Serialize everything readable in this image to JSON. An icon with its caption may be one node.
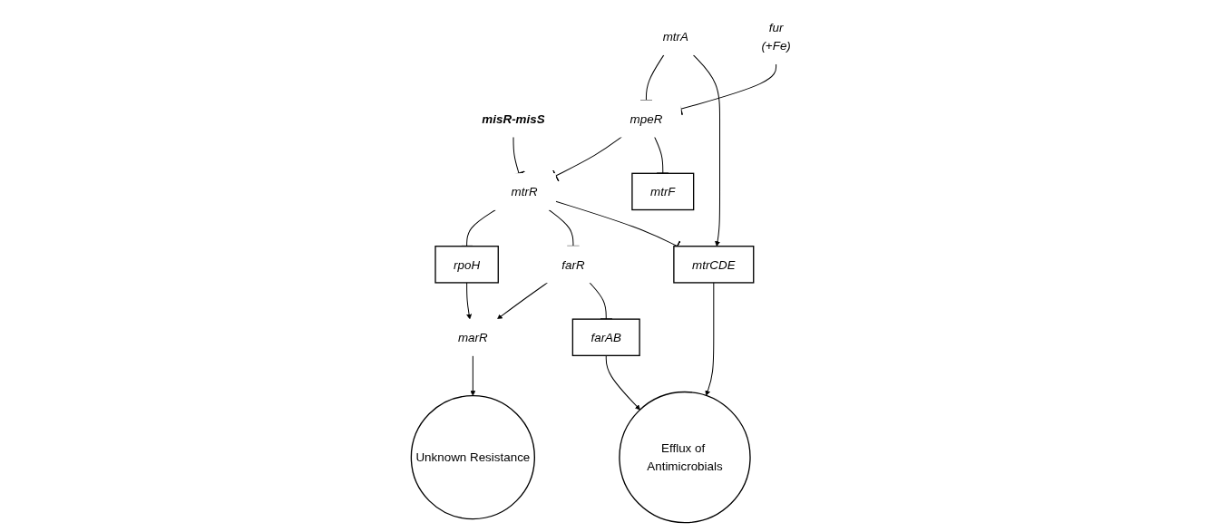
{
  "diagram": {
    "nodes": [
      {
        "text": [
          "misR-misS"
        ]
      },
      {
        "text": [
          "mpeR"
        ]
      },
      {
        "text": [
          "mtrR"
        ]
      },
      {
        "text": [
          "mtrA"
        ]
      },
      {
        "text": [
          "mtrF"
        ]
      },
      {
        "text": [
          "fur"
        ],
        "beside": [
          "(+Fe)"
        ]
      },
      {
        "text": [
          "rpoH"
        ]
      },
      {
        "text": [
          "mtrCDE"
        ]
      },
      {
        "text": [
          "Unknown Resistance"
        ]
      },
      {
        "text": [
          "Efflux of Antimicrobials"
        ]
      },
      {
        "text": [
          "marR"
        ]
      },
      {
        "text": [
          "farR"
        ]
      },
      {
        "text": [
          "farAB"
        ]
      }
    ],
    "edges": [
      {
        "from": 3,
        "to": 1,
        "arrow": "other"
      },
      {
        "from": 0,
        "to": 2,
        "arrow": "other"
      },
      {
        "from": 1,
        "to": 2,
        "arrow": "other"
      },
      {
        "from": 1,
        "to": 4,
        "arrow": "other"
      },
      {
        "from": 5,
        "to": 1,
        "arrow": "other"
      },
      {
        "from": 2,
        "to": 6,
        "arrow": "other"
      },
      {
        "from": 2,
        "to": 11,
        "arrow": "other"
      },
      {
        "from": 2,
        "to": 7,
        "arrow": "other"
      },
      {
        "from": 3,
        "to": 7,
        "arrow": "to"
      },
      {
        "from": 7,
        "to": 9,
        "arrow": "to"
      },
      {
        "from": 6,
        "to": 10,
        "arrow": "to"
      },
      {
        "from": 11,
        "to": 10,
        "arrow": "to"
      },
      {
        "from": 10,
        "to": 8,
        "arrow": "to"
      },
      {
        "from": 11,
        "to": 12,
        "arrow": "other"
      },
      {
        "from": 12,
        "to": 9,
        "arrow": "to"
      }
    ]
  }
}
